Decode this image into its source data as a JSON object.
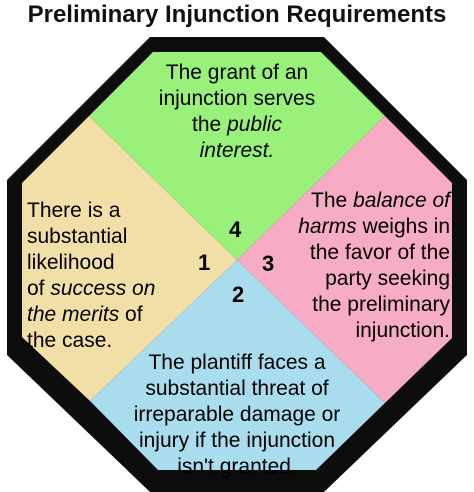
{
  "title": "Preliminary Injunction Requirements",
  "colors": {
    "border": "#0d0d0d",
    "top": "#99f07a",
    "left": "#f2dfa8",
    "right": "#f7acc6",
    "bottom": "#a9dced"
  },
  "sections": {
    "top": {
      "number": "4",
      "lines": [
        {
          "before": "The grant of an",
          "em": "",
          "after": ""
        },
        {
          "before": "injunction serves",
          "em": "",
          "after": ""
        },
        {
          "before": "the ",
          "em": "public",
          "after": ""
        },
        {
          "before": "",
          "em": "interest.",
          "after": ""
        }
      ]
    },
    "left": {
      "number": "1",
      "lines": [
        {
          "before": "There is a",
          "em": "",
          "after": ""
        },
        {
          "before": "substantial",
          "em": "",
          "after": ""
        },
        {
          "before": "likelihood",
          "em": "",
          "after": ""
        },
        {
          "before": "of ",
          "em": "success on",
          "after": ""
        },
        {
          "before": "",
          "em": "the merits",
          "after": " of"
        },
        {
          "before": "the case.",
          "em": "",
          "after": ""
        }
      ]
    },
    "right": {
      "number": "3",
      "lines": [
        {
          "before": "The ",
          "em": "balance of",
          "after": ""
        },
        {
          "before": "",
          "em": "harms",
          "after": " weighs in"
        },
        {
          "before": "the favor of the",
          "em": "",
          "after": ""
        },
        {
          "before": "party seeking",
          "em": "",
          "after": ""
        },
        {
          "before": "the preliminary",
          "em": "",
          "after": ""
        },
        {
          "before": "injunction.",
          "em": "",
          "after": ""
        }
      ]
    },
    "bottom": {
      "number": "2",
      "lines": [
        {
          "before": "The plantiff faces a",
          "em": "",
          "after": ""
        },
        {
          "before": "substantial threat of",
          "em": "",
          "after": ""
        },
        {
          "before": "irreparable damage or",
          "em": "",
          "after": ""
        },
        {
          "before": "injury if the injunction",
          "em": "",
          "after": ""
        },
        {
          "before": "isn't granted.",
          "em": "",
          "after": ""
        }
      ]
    }
  }
}
